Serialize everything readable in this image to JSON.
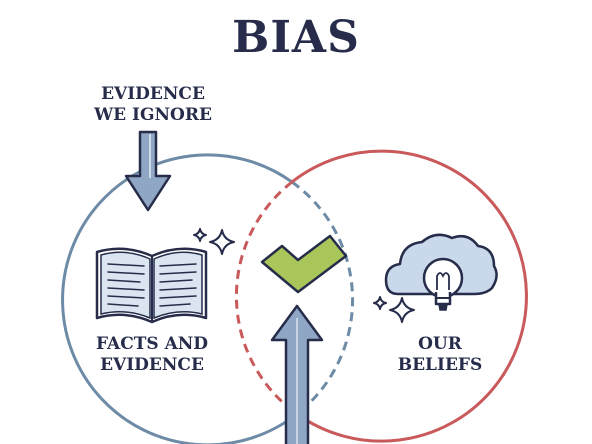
{
  "title": "BIAS",
  "evidence_ignored": {
    "line1": "EVIDENCE",
    "line2": "WE IGNORE"
  },
  "facts": {
    "line1": "FACTS AND",
    "line2": "EVIDENCE"
  },
  "beliefs": {
    "line1": "OUR",
    "line2": "BELIEFS"
  },
  "icons": [
    "down-arrow-icon",
    "book-icon",
    "sparkle-icon",
    "checkmark-icon",
    "up-arrow-icon",
    "lightbulb-cloud-icon"
  ],
  "colors": {
    "title": "#262c4a",
    "facts_circle": "#6d8ba6",
    "beliefs_circle": "#c9595a",
    "check": "#a9c65a",
    "arrow": "#8fa7c4",
    "outline": "#262c4a"
  }
}
